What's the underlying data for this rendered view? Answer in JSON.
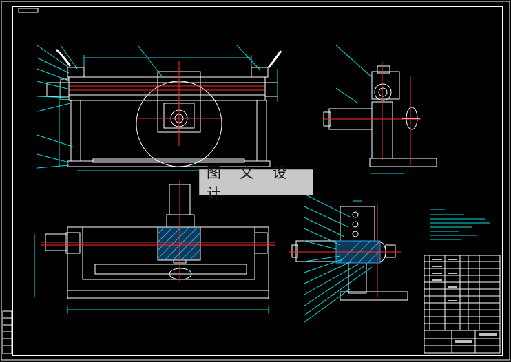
{
  "watermark": {
    "text": "图 文 设 计"
  },
  "colors": {
    "background": "#000000",
    "outline": "#ffffff",
    "dimension": "#00e0e0",
    "centerline": "#ff2b2b",
    "hatch": "#2aa8ff",
    "leader": "#00e0e0"
  },
  "views": [
    "front-view",
    "side-view",
    "top-view",
    "section-view"
  ],
  "title_block": {
    "label": "title-block"
  },
  "notes": {
    "label": "technical-requirements"
  }
}
